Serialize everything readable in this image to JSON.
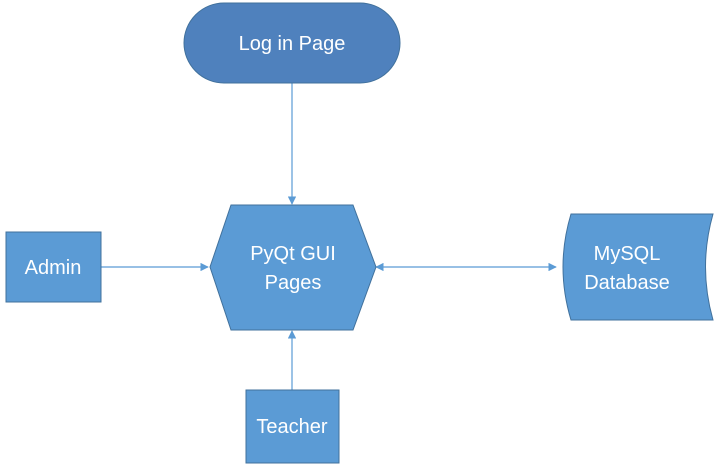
{
  "diagram": {
    "colors": {
      "start_fill": "#4f81bd",
      "start_stroke": "#41719c",
      "box_fill": "#5b9bd5",
      "box_stroke": "#41719c",
      "connector": "#5b9bd5",
      "label": "#ffffff"
    },
    "nodes": {
      "login": {
        "label": "Log in Page",
        "shape": "terminator"
      },
      "gui": {
        "label_line1": "PyQt GUI",
        "label_line2": "Pages",
        "shape": "hexagon"
      },
      "admin": {
        "label": "Admin",
        "shape": "rectangle"
      },
      "teacher": {
        "label": "Teacher",
        "shape": "rectangle"
      },
      "database": {
        "label_line1": "MySQL",
        "label_line2": "Database",
        "shape": "stored-data"
      }
    },
    "edges": [
      {
        "from": "login",
        "to": "gui",
        "direction": "forward"
      },
      {
        "from": "admin",
        "to": "gui",
        "direction": "forward"
      },
      {
        "from": "teacher",
        "to": "gui",
        "direction": "forward"
      },
      {
        "from": "gui",
        "to": "database",
        "direction": "both"
      }
    ]
  }
}
